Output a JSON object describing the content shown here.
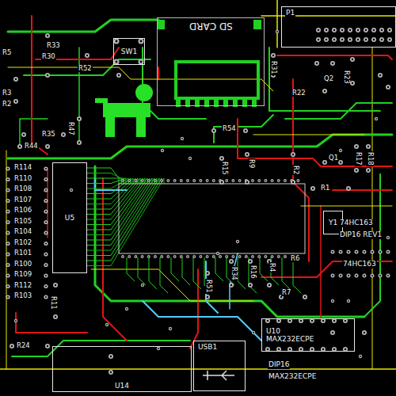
{
  "diagram": {
    "nodes": [
      {
        "text": [
          "P1"
        ]
      },
      {
        "text": [
          "SW1"
        ]
      },
      {
        "text": [
          "SD CARD"
        ]
      },
      {
        "text": [
          "U5"
        ]
      },
      {
        "text": [
          "U14"
        ]
      },
      {
        "text": [
          "USB1"
        ]
      },
      {
        "text": [
          "U10",
          "MAX232ECPE"
        ]
      },
      {
        "text": [
          "Y1"
        ]
      }
    ],
    "labels": [
      "R5",
      "R30",
      "R33",
      "R52",
      "R3",
      "R2",
      "R31",
      "Q2",
      "R23",
      "R22",
      "R47",
      "R35",
      "R54",
      "R44",
      "R15",
      "R9",
      "R2",
      "Q1",
      "R17",
      "R18",
      "R1",
      "R114",
      "R110",
      "R108",
      "R107",
      "R106",
      "R105",
      "R104",
      "R102",
      "R101",
      "R100",
      "R109",
      "R112",
      "R103",
      "R11",
      "R24",
      "R51",
      "R34",
      "R16",
      "R4",
      "R6",
      "R7",
      "74HC163",
      "DIP16 REV1",
      "74HC163",
      "DIP16",
      "MAX232ECPE"
    ]
  }
}
